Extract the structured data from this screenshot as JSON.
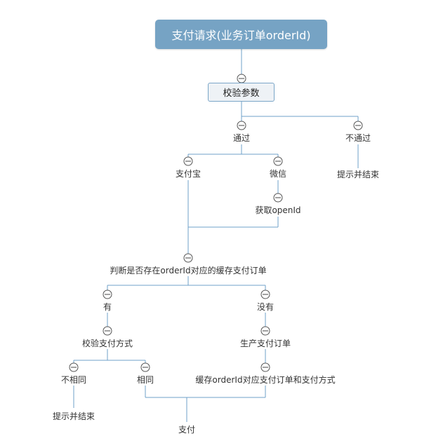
{
  "root": {
    "label": "支付请求(业务订单orderId)"
  },
  "nodes": {
    "validate_params": "校验参数",
    "pass": "通过",
    "fail": "不通过",
    "fail_end": "提示并结束",
    "alipay": "支付宝",
    "wechat": "微信",
    "get_openid": "获取openId",
    "check_cache": "判断是否存在orderId对应的缓存支付订单",
    "exists": "有",
    "not_exists": "没有",
    "verify_method": "校验支付方式",
    "create_order": "生产支付订单",
    "not_same": "不相同",
    "same": "相同",
    "cache_order": "缓存orderId对应支付订单和支付方式",
    "not_same_end": "提示并结束",
    "pay": "支付"
  },
  "colors": {
    "root_fill": "#76a3c4",
    "edge": "#6fa0c8",
    "box_fill": "#eef2f6",
    "box_border": "#7aa6c8"
  }
}
